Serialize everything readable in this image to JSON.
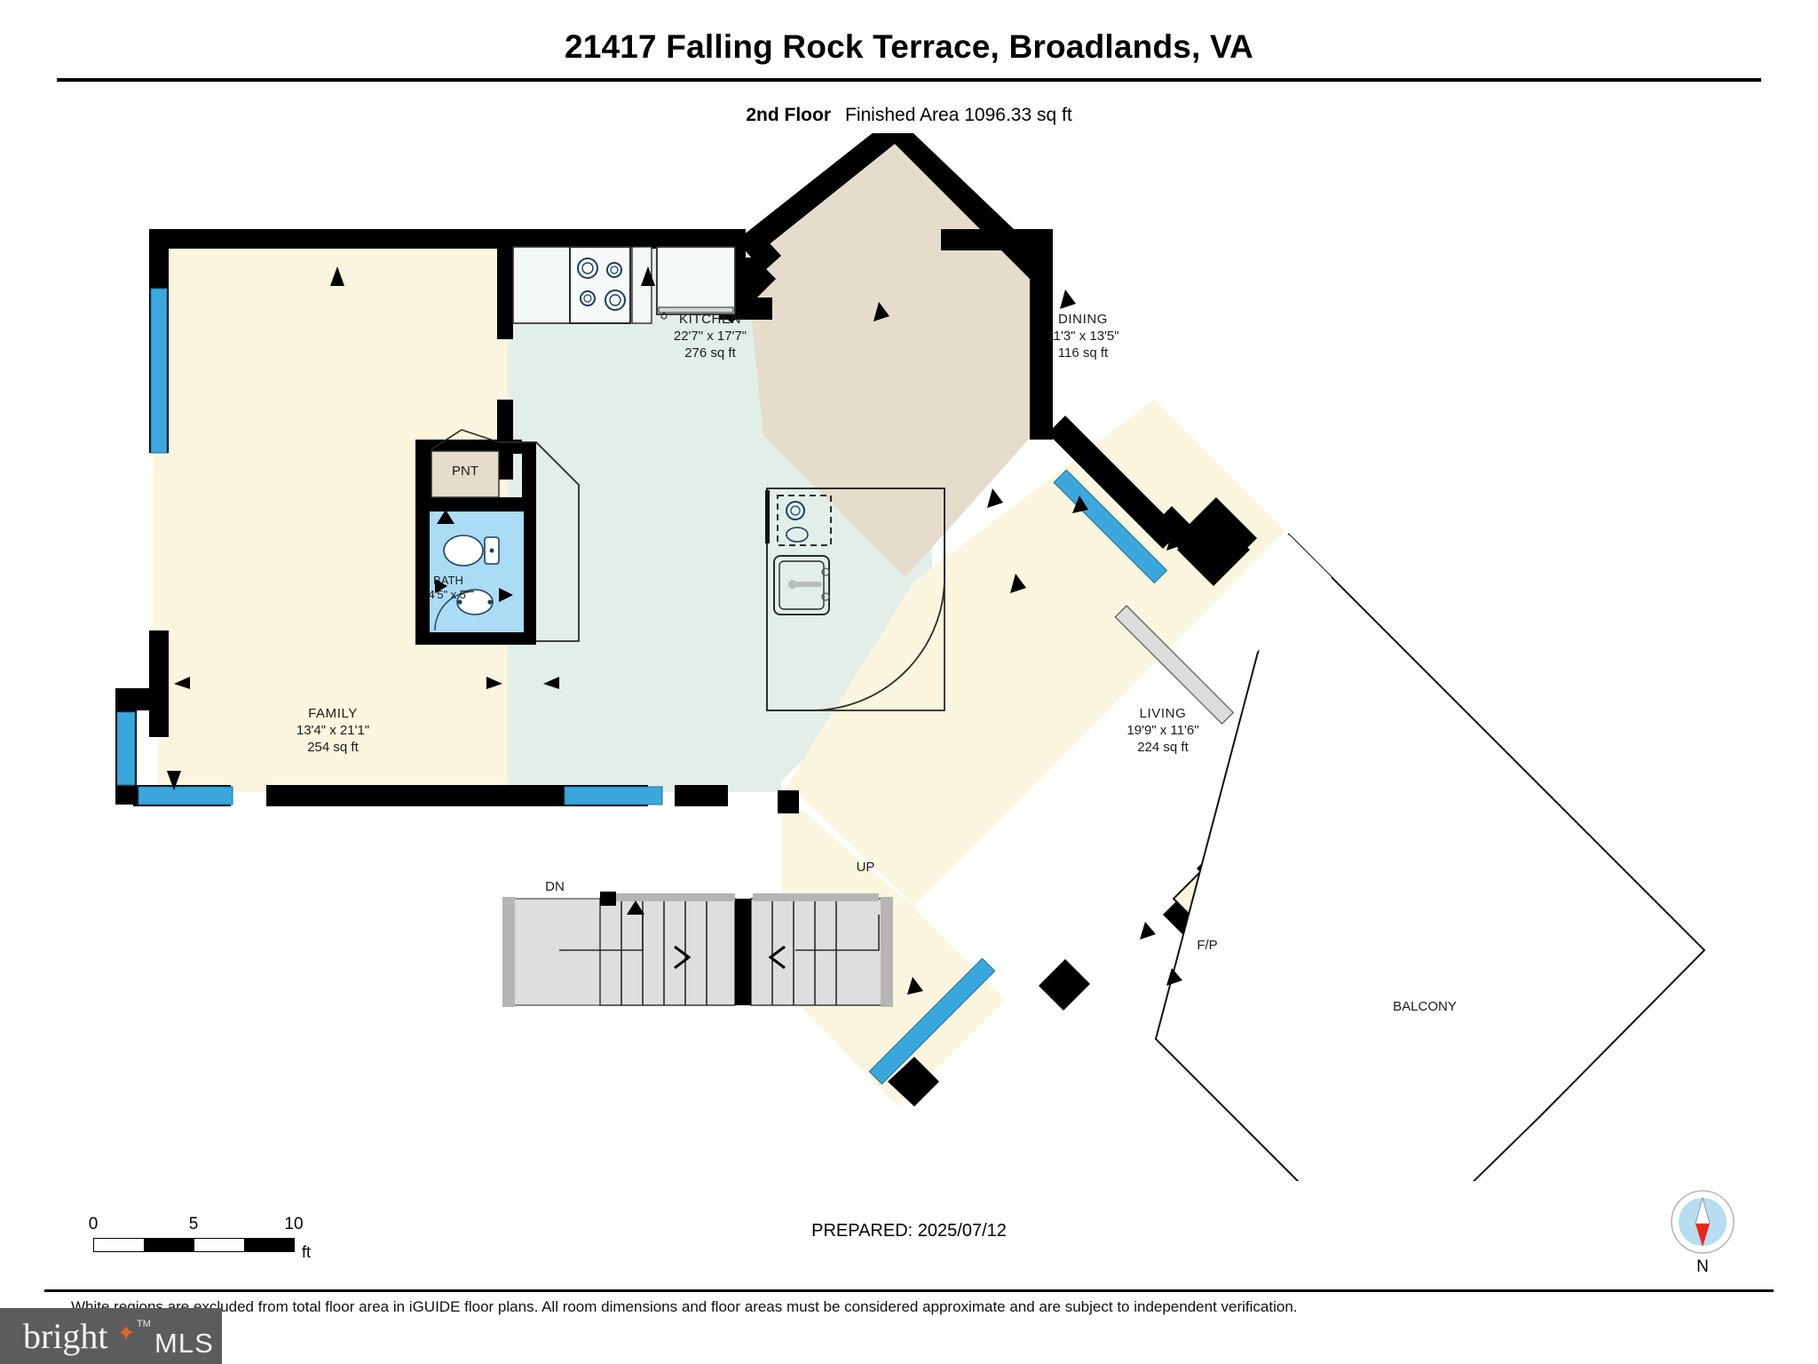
{
  "header": {
    "title": "21417 Falling Rock Terrace, Broadlands, VA",
    "floor_name": "2nd Floor",
    "area_text": "Finished Area 1096.33 sq ft"
  },
  "rooms": [
    {
      "key": "kitchen",
      "name": "KITCHEN",
      "dimensions": "22'7\" x 17'7\"",
      "area": "276 sq ft",
      "fill": "#e2efe9"
    },
    {
      "key": "dining",
      "name": "DINING",
      "dimensions": "11'3\" x 13'5\"",
      "area": "116 sq ft",
      "fill": "#e6dccb"
    },
    {
      "key": "living",
      "name": "LIVING",
      "dimensions": "19'9\" x 11'6\"",
      "area": "224 sq ft",
      "fill": "#fbf6dd"
    },
    {
      "key": "family",
      "name": "FAMILY",
      "dimensions": "13'4\" x 21'1\"",
      "area": "254 sq ft",
      "fill": "#fbf6dd"
    }
  ],
  "bath": {
    "name": "BATH",
    "dimensions": "4'5\" x 5'",
    "fill": "#aadcf5"
  },
  "annotations": {
    "pantry": "PNT",
    "balcony": "BALCONY",
    "fireplace": "F/P",
    "stairs_up": "UP",
    "stairs_down": "DN"
  },
  "scale": {
    "ticks": [
      "0",
      "5",
      "10"
    ],
    "unit": "ft"
  },
  "prepared": "PREPARED: 2025/07/12",
  "disclaimer": "White regions are excluded from total floor area in iGUIDE floor plans. All room dimensions and floor areas must be considered approximate and are subject to independent verification.",
  "compass": {
    "label": "N"
  },
  "logo": {
    "word": "bright",
    "tm": "TM",
    "suffix": "MLS"
  },
  "colors": {
    "wall": "#000000",
    "window": "#3ba7dd",
    "kitchen_fill": "#e2efe9",
    "dining_fill": "#e6dccb",
    "living_fill": "#fbf6dd",
    "bath_fill": "#aadcf5",
    "stair_fill": "#dcdcdc",
    "logo_bg": "#5c5c5c",
    "logo_star": "#e2652a",
    "compass_disc": "#b8dcf0",
    "compass_needle": "#e8251c"
  }
}
